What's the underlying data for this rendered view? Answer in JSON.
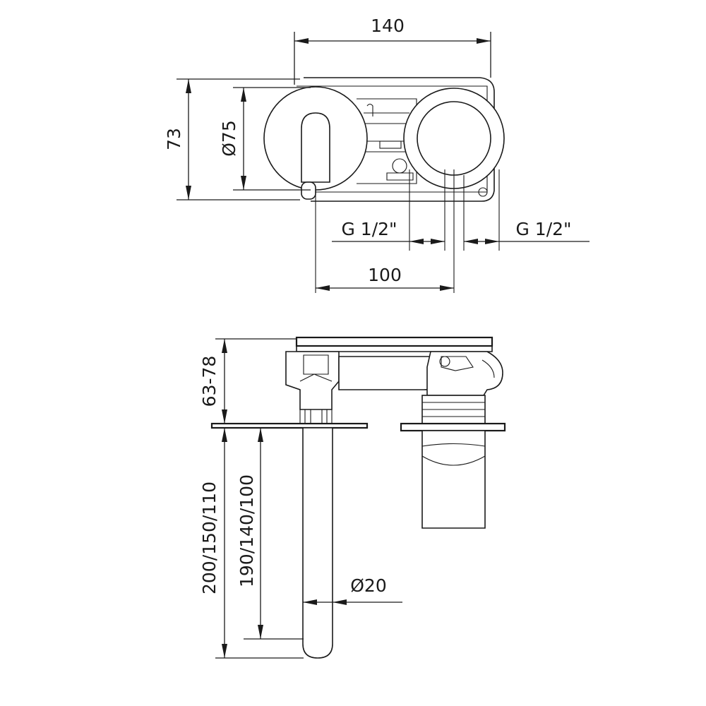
{
  "dimensions": {
    "top_width": "140",
    "top_height": "73",
    "rosette_diameter": "Ø75",
    "inlet_left": "G 1/2\"",
    "inlet_right": "G 1/2\"",
    "inlet_spacing": "100",
    "body_depth": "63-78",
    "spout_total_lengths": "200/150/110",
    "spout_lengths": "190/140/100",
    "spout_diameter": "Ø20"
  }
}
